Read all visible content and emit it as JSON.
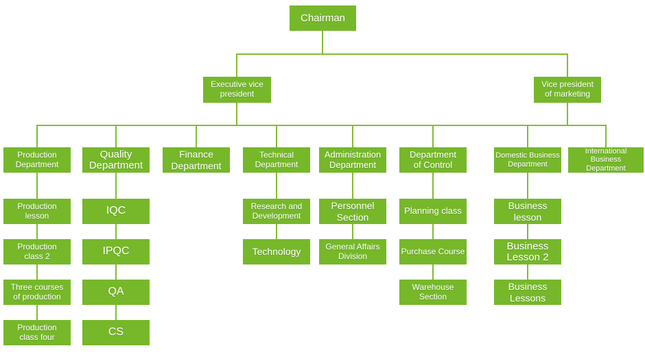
{
  "diagram_type": "org-chart",
  "colors": {
    "node_fill": "#76b82a",
    "connector_line": "#82bd30",
    "node_text": "#ffffff",
    "background": "#ffffff"
  },
  "nodes": {
    "chairman": {
      "label": "Chairman"
    },
    "executive_vice_president": {
      "label": "Executive vice\npresident"
    },
    "vice_president_of_marketing": {
      "label": "Vice president\nof marketing"
    },
    "production_department": {
      "label": "Production\nDepartment"
    },
    "quality_department": {
      "label": "Quality\nDepartment"
    },
    "finance_department": {
      "label": "Finance\nDepartment"
    },
    "technical_department": {
      "label": "Technical\nDepartment"
    },
    "administration_department": {
      "label": "Administration\nDepartment"
    },
    "department_of_control": {
      "label": "Department\nof Control"
    },
    "domestic_business_department": {
      "label": "Domestic Business\nDepartment"
    },
    "international_business_department": {
      "label": "International Business\nDepartment"
    },
    "production_lesson": {
      "label": "Production\nlesson"
    },
    "iqc": {
      "label": "IQC"
    },
    "research_and_development": {
      "label": "Research and\nDevelopment"
    },
    "personnel_section": {
      "label": "Personnel\nSection"
    },
    "planning_class": {
      "label": "Planning class"
    },
    "business_lesson": {
      "label": "Business\nlesson"
    },
    "production_class_2": {
      "label": "Production\nclass 2"
    },
    "ipqc": {
      "label": "IPQC"
    },
    "technology": {
      "label": "Technology"
    },
    "general_affairs_division": {
      "label": "General Affairs\nDivision"
    },
    "purchase_course": {
      "label": "Purchase Course"
    },
    "business_lesson_2": {
      "label": "Business\nLesson 2"
    },
    "three_courses_of_production": {
      "label": "Three courses\nof production"
    },
    "qa": {
      "label": "QA"
    },
    "warehouse_section": {
      "label": "Warehouse\nSection"
    },
    "business_lessons": {
      "label": "Business\nLessons"
    },
    "production_class_four": {
      "label": "Production\nclass four"
    },
    "cs": {
      "label": "CS"
    }
  },
  "hierarchy": {
    "chairman": [
      "executive_vice_president",
      "vice_president_of_marketing"
    ],
    "executive_vice_president": [
      "production_department",
      "quality_department",
      "finance_department",
      "technical_department",
      "administration_department",
      "department_of_control"
    ],
    "vice_president_of_marketing": [
      "domestic_business_department",
      "international_business_department"
    ],
    "production_department": [
      "production_lesson",
      "production_class_2",
      "three_courses_of_production",
      "production_class_four"
    ],
    "quality_department": [
      "iqc",
      "ipqc",
      "qa",
      "cs"
    ],
    "finance_department": [],
    "technical_department": [
      "research_and_development",
      "technology"
    ],
    "administration_department": [
      "personnel_section",
      "general_affairs_division"
    ],
    "department_of_control": [
      "planning_class",
      "purchase_course",
      "warehouse_section"
    ],
    "domestic_business_department": [
      "business_lesson",
      "business_lesson_2",
      "business_lessons"
    ],
    "international_business_department": []
  }
}
